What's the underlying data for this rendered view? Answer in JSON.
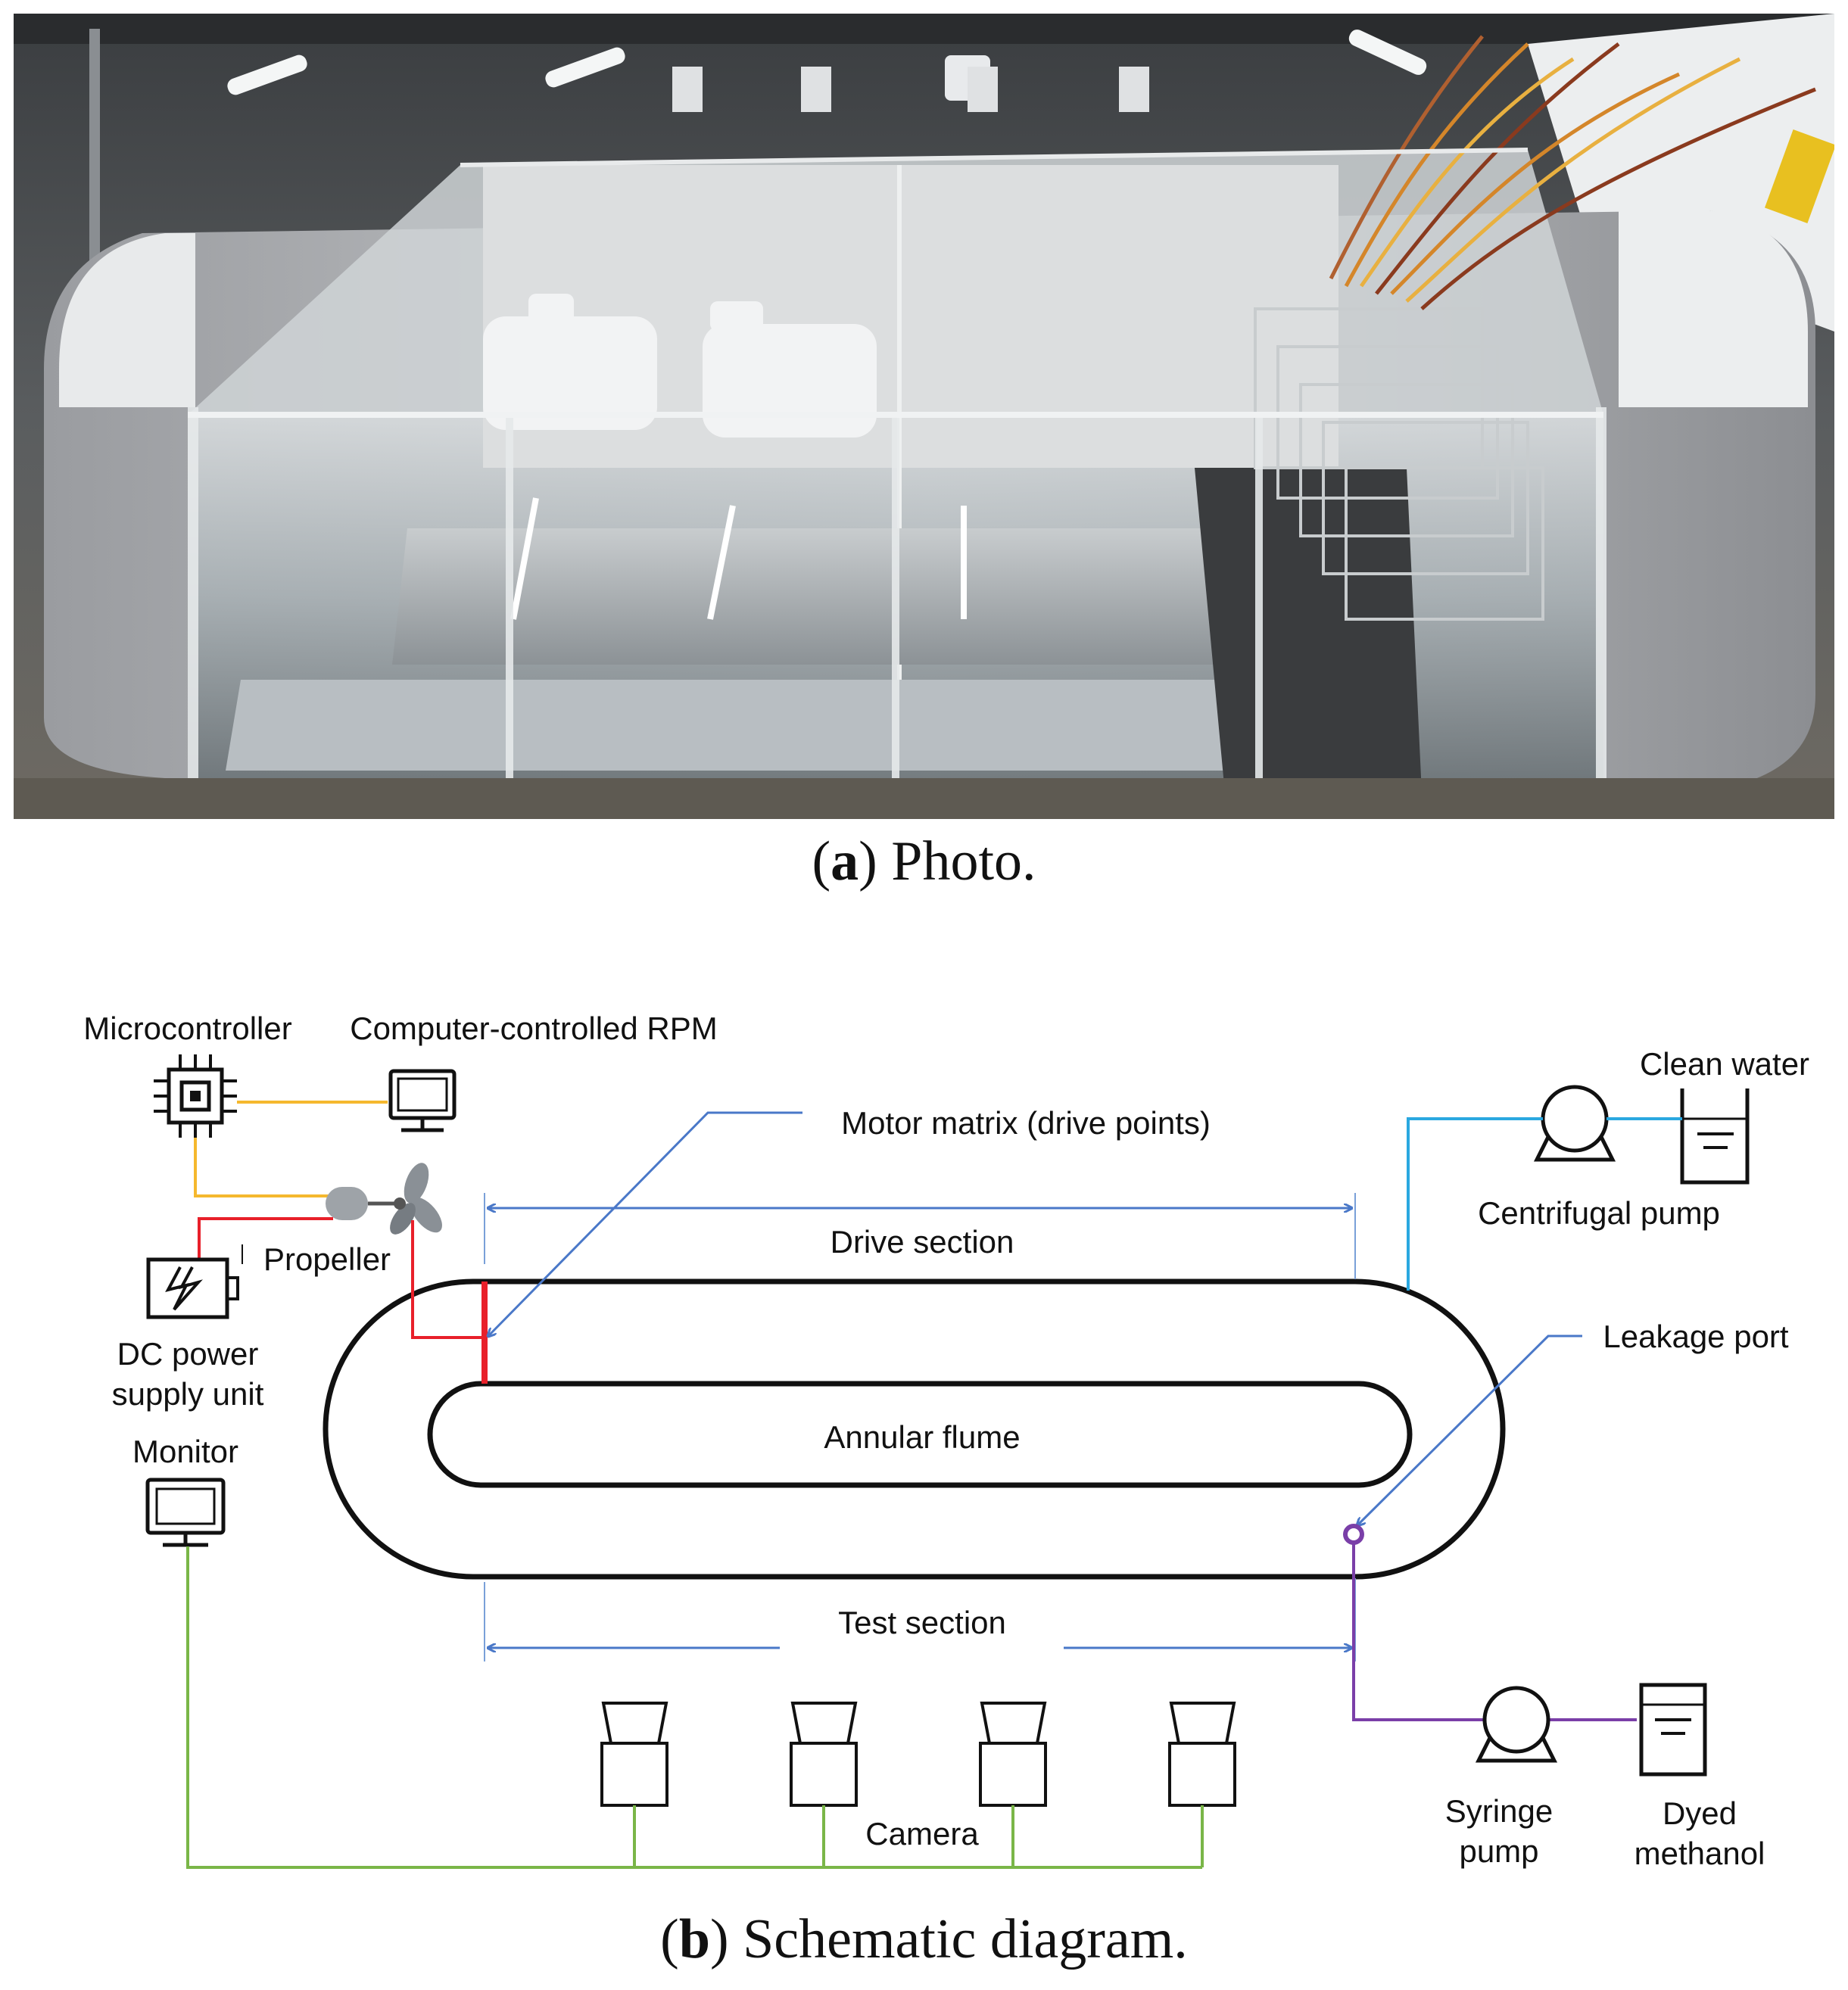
{
  "captions": {
    "a_letter": "a",
    "a_text": " Photo.",
    "b_letter": "b",
    "b_text": " Schematic diagram."
  },
  "labels": {
    "microcontroller": "Microcontroller",
    "computer_rpm": "Computer-controlled RPM",
    "clean_water": "Clean water",
    "motor_matrix": "Motor matrix (drive points)",
    "centrifugal_pump": "Centrifugal pump",
    "drive_section": "Drive section",
    "propeller": "Propeller",
    "dc_power_1": "DC power",
    "dc_power_2": "supply unit",
    "leakage_port": "Leakage port",
    "annular_flume": "Annular flume",
    "monitor": "Monitor",
    "test_section": "Test section",
    "camera": "Camera",
    "syringe_pump_1": "Syringe",
    "syringe_pump_2": "pump",
    "dyed_methanol_1": "Dyed",
    "dyed_methanol_2": "methanol"
  },
  "colors": {
    "yellow_line": "#f5b82e",
    "red_line": "#e8202a",
    "blue_arrow": "#4a78c8",
    "cyan_line": "#2aa8e0",
    "purple_line": "#7a3fa8",
    "green_line": "#7ab648"
  }
}
